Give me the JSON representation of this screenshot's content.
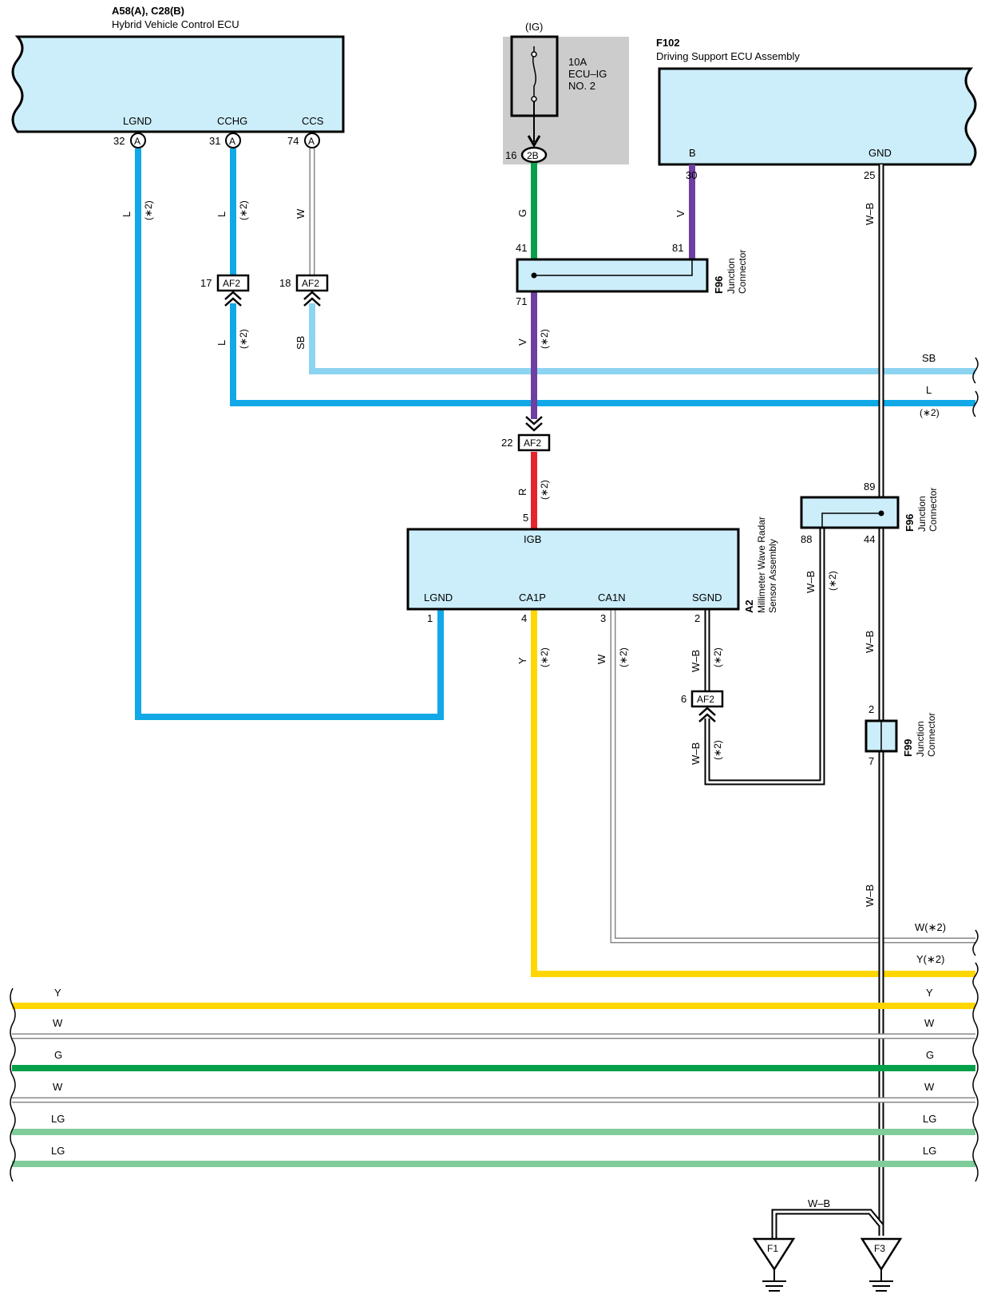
{
  "colors": {
    "box_fill": "#cceefa",
    "fuse_bg": "#cccccc",
    "L": "#10a8e6",
    "SB": "#8dd4f2",
    "G": "#07a04a",
    "V": "#6e3fa0",
    "R": "#e6242b",
    "Y": "#ffd600",
    "W": "#ffffff",
    "WB": "#ffffff",
    "LG": "#7fcc9a"
  },
  "components": {
    "hv_ecu": {
      "code": "A58(A), C28(B)",
      "name": "Hybrid Vehicle Control ECU",
      "pins": [
        "LGND",
        "CCHG",
        "CCS"
      ]
    },
    "ds_ecu": {
      "code": "F102",
      "name": "Driving Support ECU Assembly",
      "pins": [
        "B",
        "GND"
      ]
    },
    "fuse": {
      "label": "(IG)",
      "rating": "10A",
      "name1": "ECU–IG",
      "name2": "NO. 2",
      "connector": "2B"
    },
    "radar": {
      "code": "A2",
      "name1": "Millimeter Wave Radar",
      "name2": "Sensor Assembly",
      "pins": [
        "IGB",
        "LGND",
        "CA1P",
        "CA1N",
        "SGND"
      ]
    },
    "jc_top": {
      "code": "F96",
      "name1": "Junction",
      "name2": "Connector"
    },
    "jc_mid": {
      "code": "F96",
      "name1": "Junction",
      "name2": "Connector"
    },
    "jc_f99": {
      "code": "F99",
      "name1": "Junction",
      "name2": "Connector"
    },
    "af2": "AF2",
    "circle_a": "A",
    "grounds": [
      "F1",
      "F3"
    ]
  },
  "pin_numbers": {
    "hv_lgnd": "32",
    "hv_cchg": "31",
    "hv_ccs": "74",
    "fuse_out": "16",
    "ds_b": "30",
    "ds_gnd": "25",
    "jc_in_g": "41",
    "jc_in_v": "81",
    "jc_out_v": "71",
    "af2_cchg": "17",
    "af2_ccs": "18",
    "af2_igb": "22",
    "af2_sgnd": "6",
    "radar_igb": "5",
    "radar_lgnd": "1",
    "radar_ca1p": "4",
    "radar_ca1n": "3",
    "radar_sgnd": "2",
    "jc2_top": "89",
    "jc2_left": "88",
    "jc2_right": "44",
    "f99_top": "2",
    "f99_bottom": "7"
  },
  "wire_labels": {
    "L": "L",
    "W": "W",
    "G": "G",
    "V": "V",
    "SB": "SB",
    "R": "R",
    "Y": "Y",
    "WB": "W–B",
    "LG": "LG",
    "note": "(∗2)"
  },
  "right_labels": {
    "sb": "SB",
    "l": "L",
    "l_note": "(∗2)",
    "w2": "W(∗2)",
    "y2": "Y(∗2)"
  },
  "bus_lines": [
    {
      "label": "Y",
      "color_key": "Y"
    },
    {
      "label": "W",
      "color_key": "W"
    },
    {
      "label": "G",
      "color_key": "G"
    },
    {
      "label": "W",
      "color_key": "W"
    },
    {
      "label": "LG",
      "color_key": "LG"
    },
    {
      "label": "LG",
      "color_key": "LG"
    }
  ]
}
